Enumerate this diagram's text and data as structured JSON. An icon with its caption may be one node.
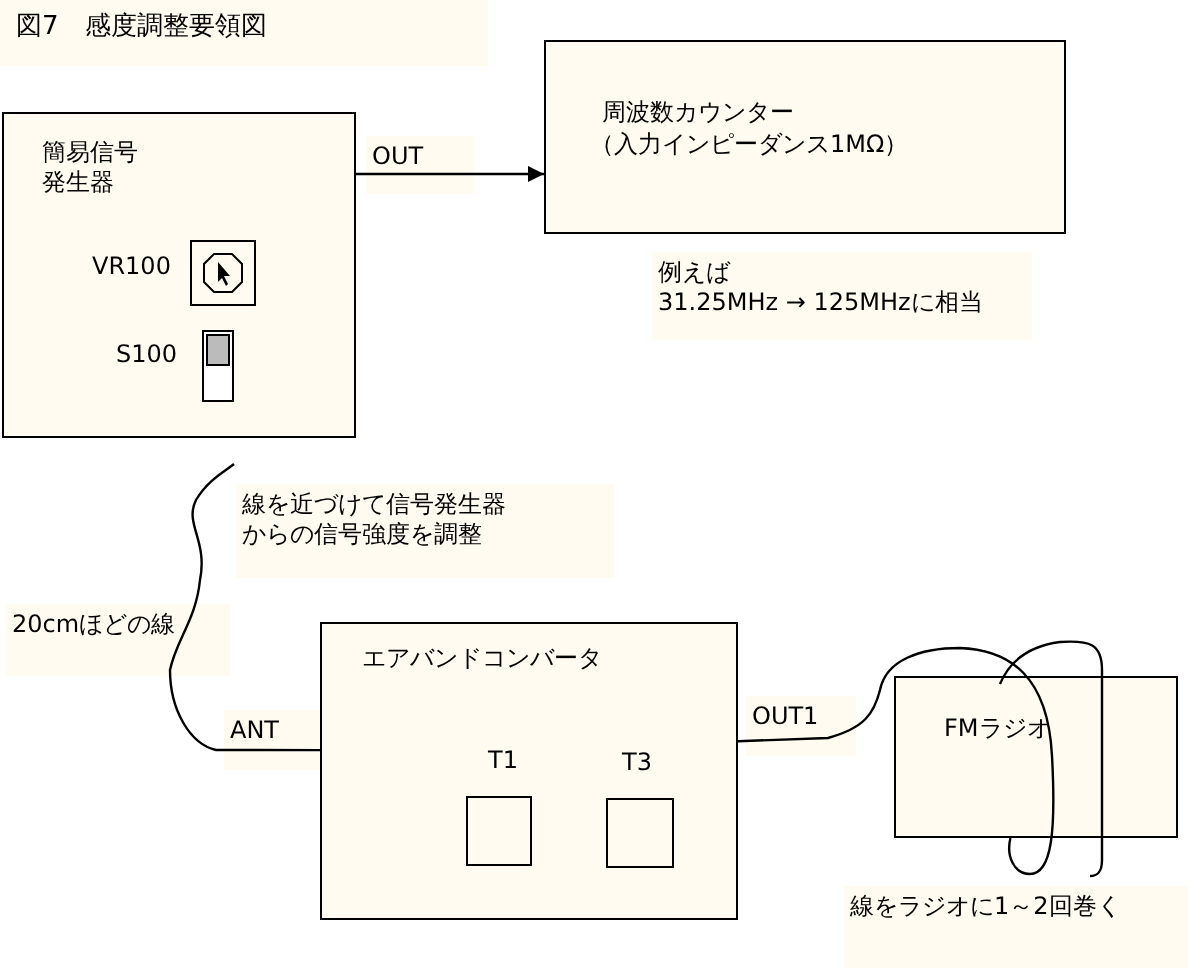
{
  "diagram": {
    "title": "図7　感度調整要領図",
    "nodes": [
      {
        "text": [
          "簡易信号発生器"
        ]
      },
      {
        "text": [
          "周波数カウンター",
          "（入力インピーダンス1MΩ）"
        ]
      },
      {
        "text": [
          "エアバンドコンバータ"
        ]
      },
      {
        "text": [],
        "shape": "box",
        "in": 2,
        "beside": [
          "T1"
        ]
      },
      {
        "text": [],
        "shape": "box",
        "in": 2,
        "beside": [
          "T3"
        ]
      },
      {
        "text": [
          "FMラジオ"
        ]
      }
    ],
    "edges": [
      {
        "from": 0,
        "to": 1,
        "arrow": "to",
        "label": "OUT"
      },
      {
        "from": 2,
        "to": null,
        "arrow": "none",
        "label": "ANT"
      },
      {
        "from": 2,
        "to": 5,
        "arrow": "none",
        "label": "OUT1"
      }
    ],
    "labels": [
      "VR100",
      "S100",
      "例えば",
      "31.25MHz →  125MHzに相当",
      "線を近づけて信号発生器からの信号強度を調整",
      "20cmほどの線",
      "線をラジオに1～2回巻く"
    ]
  }
}
